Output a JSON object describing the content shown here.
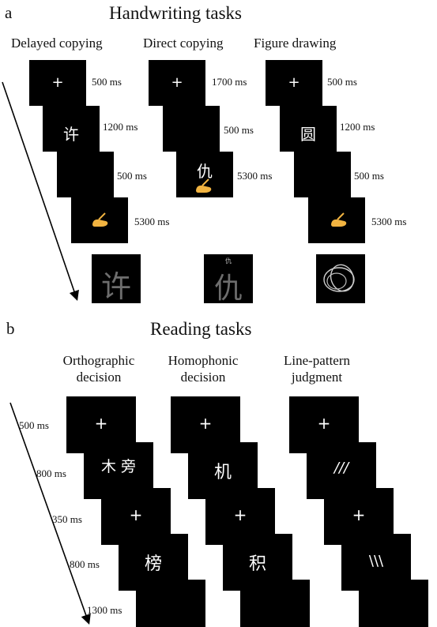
{
  "panel_a": {
    "letter": "a",
    "title": "Handwriting tasks",
    "columns": [
      {
        "label": "Delayed copying",
        "frames": [
          {
            "stimulus": "+",
            "timing": "500 ms"
          },
          {
            "stimulus": "许",
            "timing": "1200 ms"
          },
          {
            "stimulus": "",
            "timing": "500 ms"
          },
          {
            "stimulus": "writing-hand-icon",
            "timing": "5300 ms"
          }
        ],
        "result_character": "许"
      },
      {
        "label": "Direct copying",
        "frames": [
          {
            "stimulus": "+",
            "timing": "1700 ms"
          },
          {
            "stimulus": "",
            "timing": "500 ms"
          },
          {
            "stimulus": "仇",
            "timing": "5300 ms"
          }
        ],
        "result_character": "仇",
        "result_small_character": "仇"
      },
      {
        "label": "Figure drawing",
        "frames": [
          {
            "stimulus": "+",
            "timing": "500 ms"
          },
          {
            "stimulus": "圆",
            "timing": "1200 ms"
          },
          {
            "stimulus": "",
            "timing": "500 ms"
          },
          {
            "stimulus": "writing-hand-icon",
            "timing": "5300 ms"
          }
        ]
      }
    ]
  },
  "panel_b": {
    "letter": "b",
    "title": "Reading tasks",
    "columns": [
      {
        "label_line1": "Orthographic",
        "label_line2": "decision",
        "stimuli": [
          "+",
          "木 旁",
          "+",
          "榜",
          ""
        ]
      },
      {
        "label_line1": "Homophonic",
        "label_line2": "decision",
        "stimuli": [
          "+",
          "机",
          "+",
          "积",
          ""
        ]
      },
      {
        "label_line1": "Line-pattern",
        "label_line2": "judgment",
        "stimuli": [
          "+",
          "///",
          "+",
          "\\\\\\",
          ""
        ]
      }
    ],
    "timings": [
      "500 ms",
      "800 ms",
      "350 ms",
      "800 ms",
      "1300 ms"
    ]
  },
  "colors": {
    "frame": "#000000",
    "stimulus": "#ffffff",
    "hand": "#f2b441"
  }
}
